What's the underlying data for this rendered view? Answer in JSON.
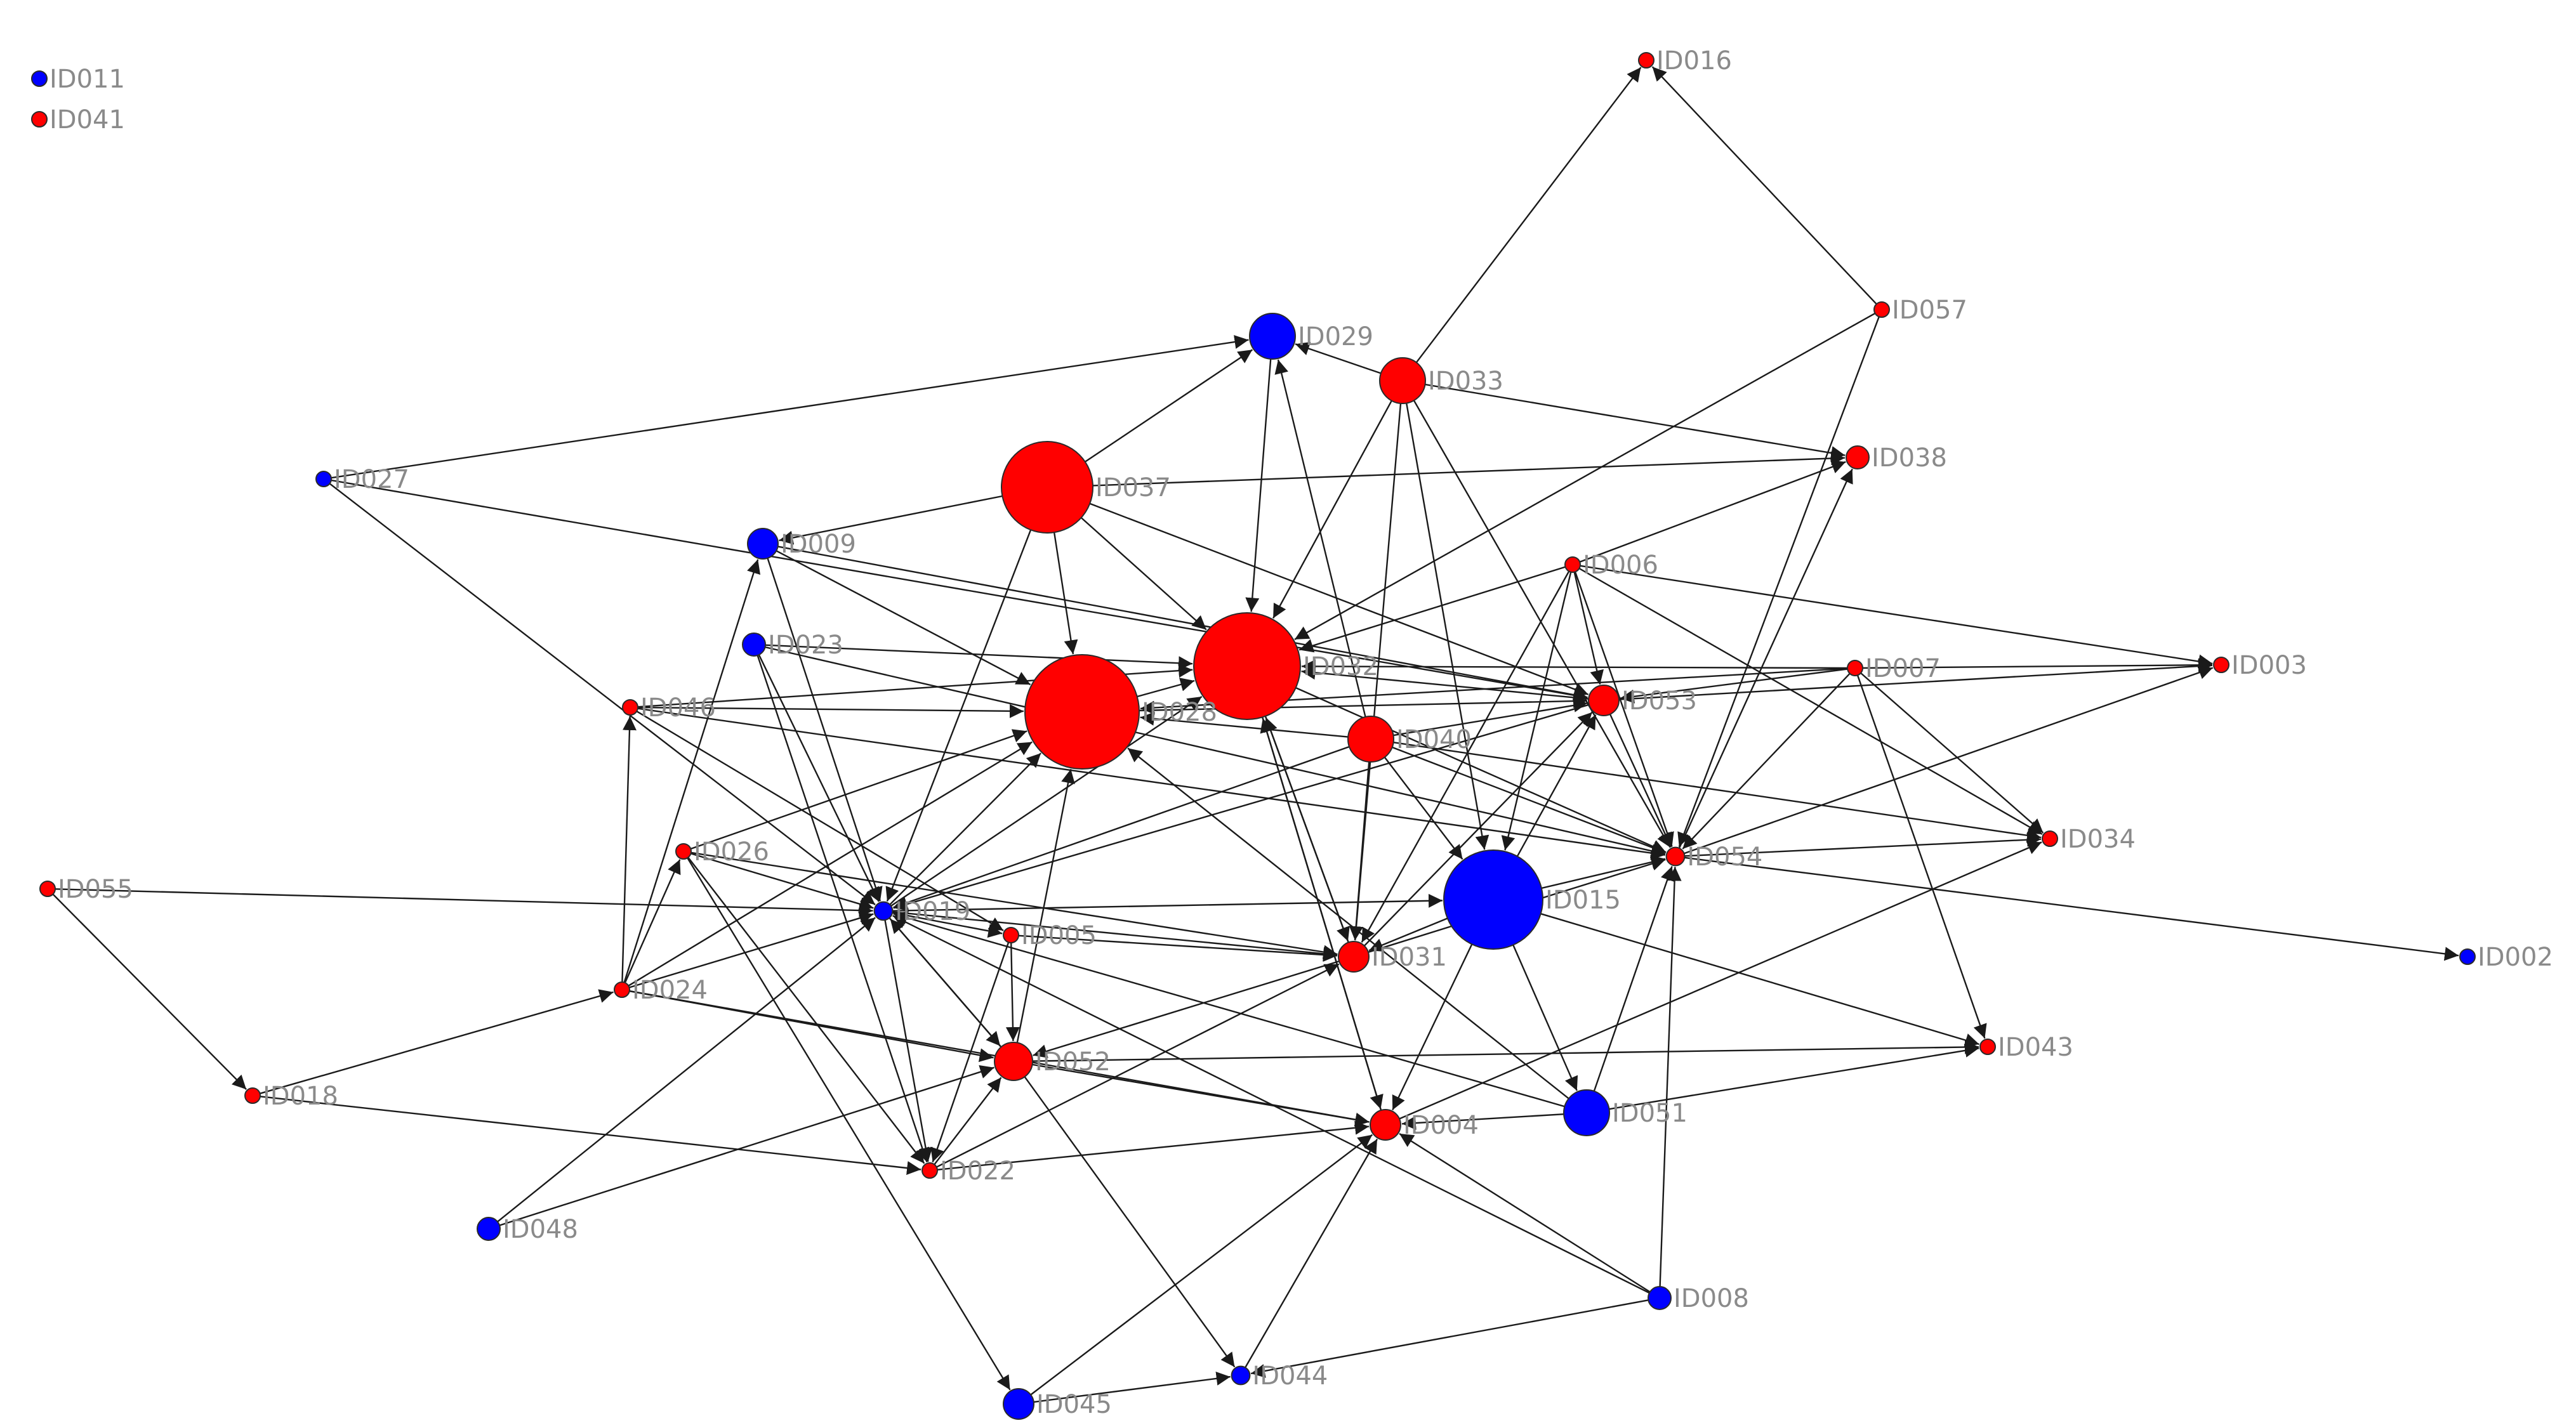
{
  "colors": {
    "blue": "#0000ff",
    "red": "#ff0000",
    "edge": "#1a1a1a",
    "label": "#8a8a8a"
  },
  "nodes": [
    {
      "id": "ID011",
      "label": "ID011",
      "color": "blue",
      "size": 1
    },
    {
      "id": "ID041",
      "label": "ID041",
      "color": "red",
      "size": 1
    },
    {
      "id": "ID016",
      "label": "ID016",
      "color": "red",
      "size": 1
    },
    {
      "id": "ID057",
      "label": "ID057",
      "color": "red",
      "size": 1
    },
    {
      "id": "ID029",
      "label": "ID029",
      "color": "blue",
      "size": 3
    },
    {
      "id": "ID033",
      "label": "ID033",
      "color": "red",
      "size": 3
    },
    {
      "id": "ID037",
      "label": "ID037",
      "color": "red",
      "size": 6
    },
    {
      "id": "ID038",
      "label": "ID038",
      "color": "red",
      "size": 1.5
    },
    {
      "id": "ID027",
      "label": "ID027",
      "color": "blue",
      "size": 1
    },
    {
      "id": "ID009",
      "label": "ID009",
      "color": "blue",
      "size": 2
    },
    {
      "id": "ID006",
      "label": "ID006",
      "color": "red",
      "size": 1
    },
    {
      "id": "ID032",
      "label": "ID032",
      "color": "red",
      "size": 7
    },
    {
      "id": "ID023",
      "label": "ID023",
      "color": "blue",
      "size": 1.5
    },
    {
      "id": "ID007",
      "label": "ID007",
      "color": "red",
      "size": 1
    },
    {
      "id": "ID003",
      "label": "ID003",
      "color": "red",
      "size": 1
    },
    {
      "id": "ID046",
      "label": "ID046",
      "color": "red",
      "size": 1
    },
    {
      "id": "ID028",
      "label": "ID028",
      "color": "red",
      "size": 7.5
    },
    {
      "id": "ID053",
      "label": "ID053",
      "color": "red",
      "size": 2
    },
    {
      "id": "ID040",
      "label": "ID040",
      "color": "red",
      "size": 3
    },
    {
      "id": "ID026",
      "label": "ID026",
      "color": "red",
      "size": 1
    },
    {
      "id": "ID015",
      "label": "ID015",
      "color": "blue",
      "size": 6.5
    },
    {
      "id": "ID054",
      "label": "ID054",
      "color": "red",
      "size": 1.2
    },
    {
      "id": "ID034",
      "label": "ID034",
      "color": "red",
      "size": 1
    },
    {
      "id": "ID055",
      "label": "ID055",
      "color": "red",
      "size": 1
    },
    {
      "id": "ID019",
      "label": "ID019",
      "color": "blue",
      "size": 1.2
    },
    {
      "id": "ID005",
      "label": "ID005",
      "color": "red",
      "size": 1
    },
    {
      "id": "ID031",
      "label": "ID031",
      "color": "red",
      "size": 2
    },
    {
      "id": "ID002",
      "label": "ID002",
      "color": "blue",
      "size": 1
    },
    {
      "id": "ID024",
      "label": "ID024",
      "color": "red",
      "size": 1
    },
    {
      "id": "ID052",
      "label": "ID052",
      "color": "red",
      "size": 2.5
    },
    {
      "id": "ID043",
      "label": "ID043",
      "color": "red",
      "size": 1
    },
    {
      "id": "ID018",
      "label": "ID018",
      "color": "red",
      "size": 1
    },
    {
      "id": "ID051",
      "label": "ID051",
      "color": "blue",
      "size": 3
    },
    {
      "id": "ID004",
      "label": "ID004",
      "color": "red",
      "size": 2
    },
    {
      "id": "ID022",
      "label": "ID022",
      "color": "red",
      "size": 1
    },
    {
      "id": "ID048",
      "label": "ID048",
      "color": "blue",
      "size": 1.5
    },
    {
      "id": "ID008",
      "label": "ID008",
      "color": "blue",
      "size": 1.5
    },
    {
      "id": "ID044",
      "label": "ID044",
      "color": "blue",
      "size": 1.2
    },
    {
      "id": "ID045",
      "label": "ID045",
      "color": "blue",
      "size": 2
    }
  ],
  "edges": [
    [
      "ID057",
      "ID016"
    ],
    [
      "ID033",
      "ID016"
    ],
    [
      "ID057",
      "ID032"
    ],
    [
      "ID057",
      "ID054"
    ],
    [
      "ID027",
      "ID029"
    ],
    [
      "ID037",
      "ID029"
    ],
    [
      "ID033",
      "ID029"
    ],
    [
      "ID029",
      "ID032"
    ],
    [
      "ID033",
      "ID038"
    ],
    [
      "ID037",
      "ID038"
    ],
    [
      "ID006",
      "ID038"
    ],
    [
      "ID054",
      "ID038"
    ],
    [
      "ID037",
      "ID009"
    ],
    [
      "ID037",
      "ID028"
    ],
    [
      "ID037",
      "ID032"
    ],
    [
      "ID037",
      "ID053"
    ],
    [
      "ID037",
      "ID019"
    ],
    [
      "ID033",
      "ID031"
    ],
    [
      "ID033",
      "ID015"
    ],
    [
      "ID033",
      "ID054"
    ],
    [
      "ID033",
      "ID032"
    ],
    [
      "ID027",
      "ID053"
    ],
    [
      "ID027",
      "ID019"
    ],
    [
      "ID009",
      "ID053"
    ],
    [
      "ID009",
      "ID028"
    ],
    [
      "ID023",
      "ID032"
    ],
    [
      "ID023",
      "ID054"
    ],
    [
      "ID023",
      "ID019"
    ],
    [
      "ID023",
      "ID022"
    ],
    [
      "ID006",
      "ID003"
    ],
    [
      "ID006",
      "ID032"
    ],
    [
      "ID006",
      "ID053"
    ],
    [
      "ID006",
      "ID054"
    ],
    [
      "ID006",
      "ID015"
    ],
    [
      "ID006",
      "ID031"
    ],
    [
      "ID006",
      "ID034"
    ],
    [
      "ID007",
      "ID003"
    ],
    [
      "ID007",
      "ID053"
    ],
    [
      "ID007",
      "ID043"
    ],
    [
      "ID007",
      "ID054"
    ],
    [
      "ID007",
      "ID028"
    ],
    [
      "ID007",
      "ID034"
    ],
    [
      "ID007",
      "ID032"
    ],
    [
      "ID046",
      "ID028"
    ],
    [
      "ID046",
      "ID054"
    ],
    [
      "ID046",
      "ID005"
    ],
    [
      "ID046",
      "ID032"
    ],
    [
      "ID053",
      "ID032"
    ],
    [
      "ID053",
      "ID003"
    ],
    [
      "ID053",
      "ID054"
    ],
    [
      "ID053",
      "ID019"
    ],
    [
      "ID040",
      "ID028"
    ],
    [
      "ID040",
      "ID053"
    ],
    [
      "ID040",
      "ID015"
    ],
    [
      "ID040",
      "ID031"
    ],
    [
      "ID040",
      "ID034"
    ],
    [
      "ID040",
      "ID019"
    ],
    [
      "ID040",
      "ID029"
    ],
    [
      "ID026",
      "ID028"
    ],
    [
      "ID026",
      "ID019"
    ],
    [
      "ID026",
      "ID022"
    ],
    [
      "ID026",
      "ID045"
    ],
    [
      "ID026",
      "ID031"
    ],
    [
      "ID015",
      "ID054"
    ],
    [
      "ID015",
      "ID051"
    ],
    [
      "ID015",
      "ID004"
    ],
    [
      "ID015",
      "ID043"
    ],
    [
      "ID015",
      "ID031"
    ],
    [
      "ID015",
      "ID053"
    ],
    [
      "ID054",
      "ID034"
    ],
    [
      "ID054",
      "ID002"
    ],
    [
      "ID054",
      "ID003"
    ],
    [
      "ID055",
      "ID019"
    ],
    [
      "ID055",
      "ID018"
    ],
    [
      "ID019",
      "ID005"
    ],
    [
      "ID019",
      "ID028"
    ],
    [
      "ID019",
      "ID032"
    ],
    [
      "ID019",
      "ID052"
    ],
    [
      "ID019",
      "ID022"
    ],
    [
      "ID019",
      "ID031"
    ],
    [
      "ID019",
      "ID015"
    ],
    [
      "ID005",
      "ID031"
    ],
    [
      "ID005",
      "ID052"
    ],
    [
      "ID005",
      "ID022"
    ],
    [
      "ID031",
      "ID032"
    ],
    [
      "ID031",
      "ID053"
    ],
    [
      "ID031",
      "ID052"
    ],
    [
      "ID031",
      "ID054"
    ],
    [
      "ID024",
      "ID009"
    ],
    [
      "ID024",
      "ID046"
    ],
    [
      "ID024",
      "ID026"
    ],
    [
      "ID024",
      "ID019"
    ],
    [
      "ID024",
      "ID052"
    ],
    [
      "ID024",
      "ID004"
    ],
    [
      "ID024",
      "ID028"
    ],
    [
      "ID018",
      "ID024"
    ],
    [
      "ID018",
      "ID022"
    ],
    [
      "ID052",
      "ID028"
    ],
    [
      "ID052",
      "ID043"
    ],
    [
      "ID052",
      "ID004"
    ],
    [
      "ID052",
      "ID044"
    ],
    [
      "ID052",
      "ID019"
    ],
    [
      "ID051",
      "ID043"
    ],
    [
      "ID051",
      "ID054"
    ],
    [
      "ID051",
      "ID004"
    ],
    [
      "ID051",
      "ID028"
    ],
    [
      "ID051",
      "ID019"
    ],
    [
      "ID004",
      "ID032"
    ],
    [
      "ID004",
      "ID034"
    ],
    [
      "ID022",
      "ID004"
    ],
    [
      "ID022",
      "ID031"
    ],
    [
      "ID022",
      "ID052"
    ],
    [
      "ID048",
      "ID052"
    ],
    [
      "ID048",
      "ID019"
    ],
    [
      "ID008",
      "ID054"
    ],
    [
      "ID008",
      "ID004"
    ],
    [
      "ID008",
      "ID044"
    ],
    [
      "ID008",
      "ID019"
    ],
    [
      "ID044",
      "ID004"
    ],
    [
      "ID045",
      "ID004"
    ],
    [
      "ID045",
      "ID044"
    ],
    [
      "ID028",
      "ID032"
    ],
    [
      "ID028",
      "ID053"
    ],
    [
      "ID032",
      "ID054"
    ],
    [
      "ID032",
      "ID004"
    ],
    [
      "ID032",
      "ID031"
    ],
    [
      "ID040",
      "ID054"
    ],
    [
      "ID009",
      "ID019"
    ]
  ]
}
